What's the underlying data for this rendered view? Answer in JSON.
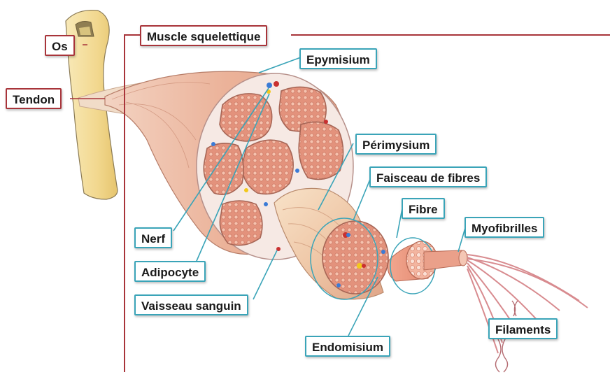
{
  "labels": {
    "os": "Os",
    "tendon": "Tendon",
    "muscle": "Muscle squelettique",
    "epymisium": "Epymisium",
    "perimysium": "Périmysium",
    "faisceau": "Faisceau de fibres",
    "fibre": "Fibre",
    "myofibrilles": "Myofibrilles",
    "nerf": "Nerf",
    "adipocyte": "Adipocyte",
    "vaisseau": "Vaisseau sanguin",
    "filaments": "Filaments",
    "endomisium": "Endomisium"
  },
  "colors": {
    "bone": "#f4dfa0",
    "muscle": "#eab298",
    "fascicle_fill": "#e3927c",
    "connective": "#f6e9e4",
    "label_red": "#a8343a",
    "label_teal": "#3aa4b8"
  }
}
